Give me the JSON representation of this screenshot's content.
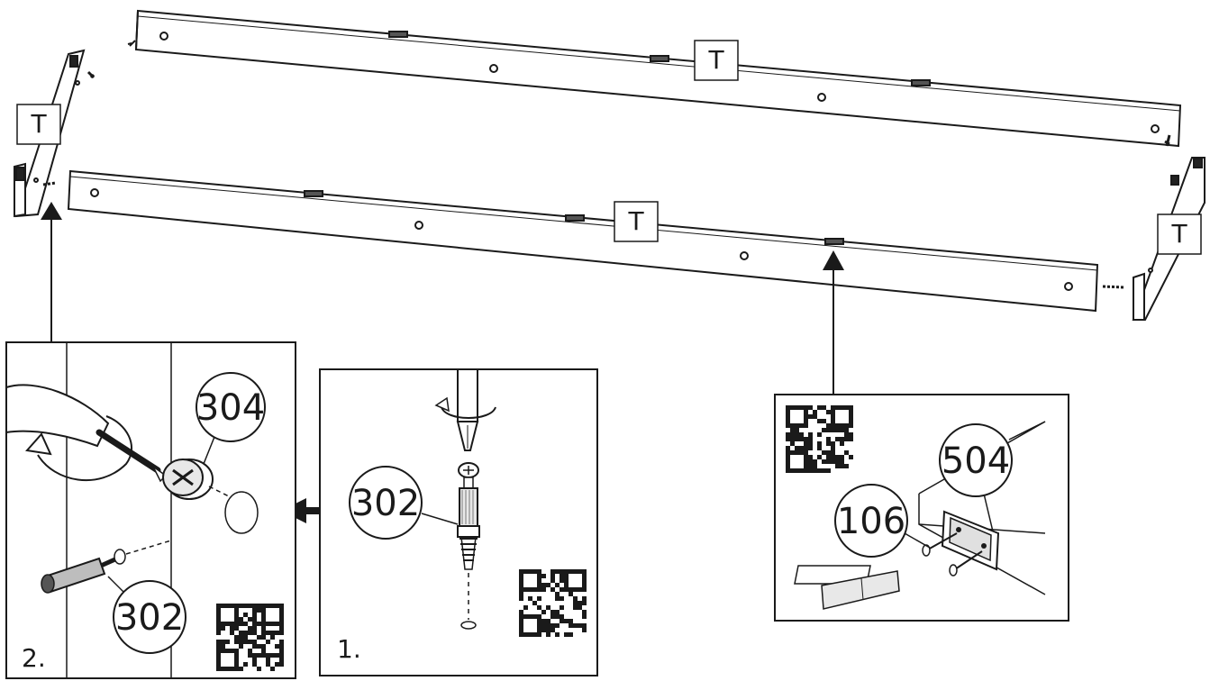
{
  "part_labels": {
    "rail_top": "T",
    "rail_front": "T",
    "end_left": "T",
    "end_right": "T"
  },
  "steps": {
    "insert_bolt": "1.",
    "lock_cam": "2."
  },
  "callouts": {
    "bolt_step1": "302",
    "cam_lock": "304",
    "bolt_step2": "302",
    "bracket": "504",
    "pin": "106"
  },
  "qr_codes": [
    "qr-step-1",
    "qr-step-2",
    "qr-bracket"
  ],
  "colors": {
    "line": "#1a1a1a",
    "fill": "#ffffff",
    "shade": "#cfcfcf",
    "dark": "#3a3a3a"
  }
}
